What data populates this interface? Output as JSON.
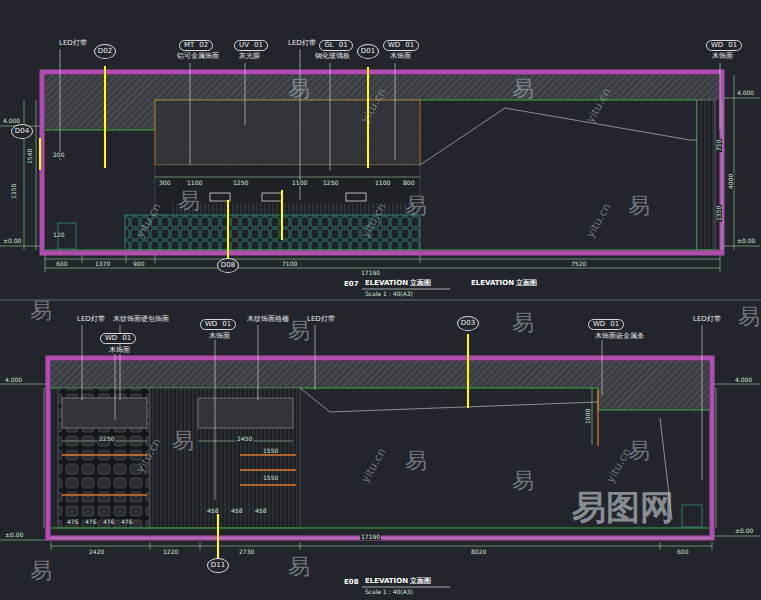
{
  "diagram": {
    "title": "ELEVATION 立面图",
    "nodes": [
      {
        "text": [
          "D02"
        ]
      },
      {
        "text": [
          "MT",
          "02"
        ]
      },
      {
        "text": [
          "UV",
          "01"
        ]
      },
      {
        "text": [
          "GL",
          "01"
        ]
      },
      {
        "text": [
          "D01"
        ]
      },
      {
        "text": [
          "WD",
          "01"
        ]
      },
      {
        "text": [
          "WD",
          "01"
        ]
      },
      {
        "text": [
          "D04"
        ]
      },
      {
        "text": [
          "D08"
        ]
      },
      {
        "text": [
          "WD",
          "01"
        ]
      },
      {
        "text": [
          "WD",
          "01"
        ]
      },
      {
        "text": [
          "D03"
        ]
      },
      {
        "text": [
          "WD",
          "01"
        ]
      },
      {
        "text": [
          "D11"
        ]
      }
    ],
    "labels": [
      "LED灯带",
      "铝可金属饰面",
      "灰光膜",
      "LED灯带",
      "钢化玻璃板",
      "木饰面",
      "木饰面",
      "4.000",
      "±0.00",
      "4.000",
      "±0.00",
      "1350",
      "1540",
      "200",
      "120",
      "750",
      "4000",
      "1350",
      "600",
      "1370",
      "900",
      "7100",
      "7520",
      "17190",
      "300",
      "1100",
      "1250",
      "1100",
      "1250",
      "1100",
      "800",
      "E07",
      "ELEVATION 立面图",
      "Scale 1 : 40(A3)",
      "LED灯带",
      "木纹饰面硬包饰面",
      "木饰面",
      "木饰面",
      "木纹饰面格栅",
      "LED灯带",
      "木饰面嵌金属条",
      "LED灯带",
      "4.000",
      "±0.00",
      "4.000",
      "±0.00",
      "2250",
      "2450",
      "1550",
      "1550",
      "476",
      "476",
      "476",
      "476",
      "458",
      "458",
      "458",
      "2420",
      "1220",
      "2730",
      "8020",
      "600",
      "17190",
      "1000",
      "E08",
      "ELEVATION 立面图",
      "Scale 1 : 40(A3)",
      "易",
      "易",
      "易",
      "易",
      "易",
      "易",
      "易",
      "易",
      "易",
      "易",
      "易",
      "易",
      "易",
      "易",
      "易",
      "yitu.cn",
      "yitu.cn",
      "yitu.cn",
      "yitu.cn",
      "yitu.cn",
      "yitu.cn",
      "yitu.cn",
      "yitu.cn",
      "易图网"
    ]
  }
}
